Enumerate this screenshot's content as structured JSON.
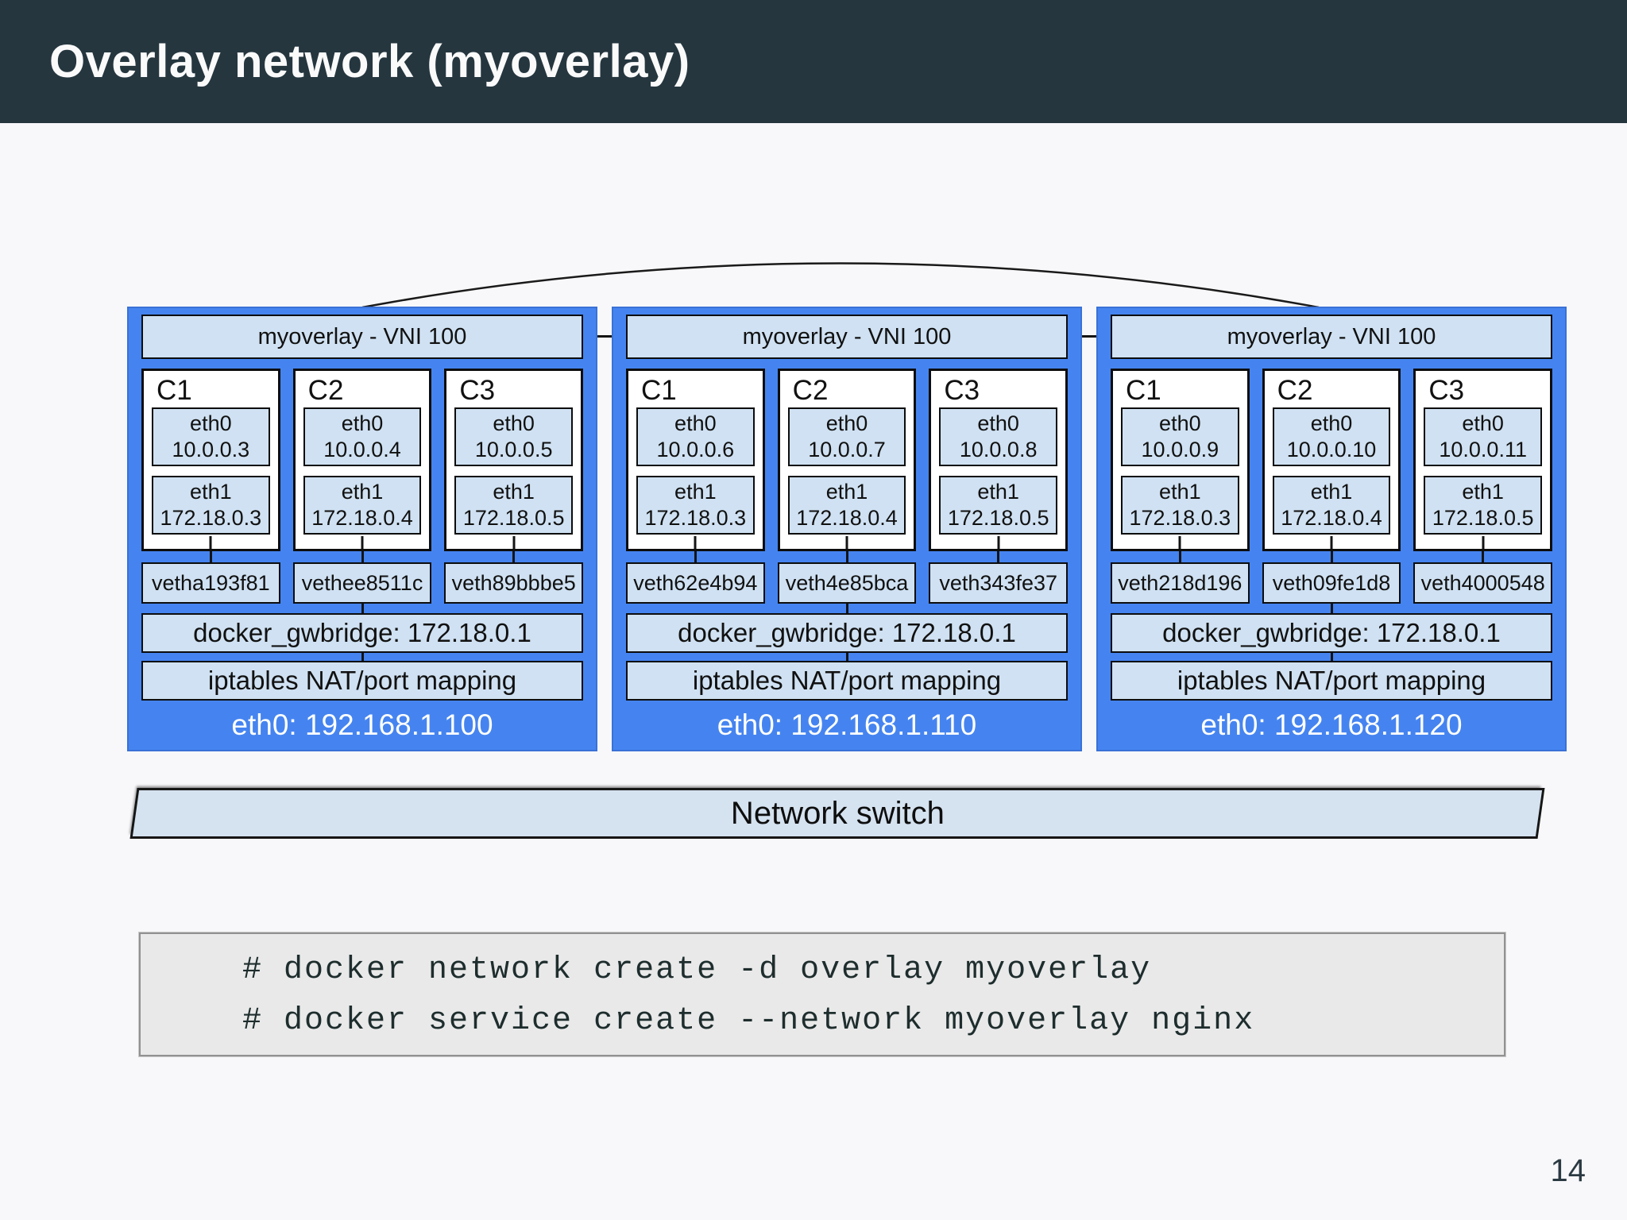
{
  "slide": {
    "title": "Overlay network (myoverlay)",
    "page_number": "14"
  },
  "hosts": [
    {
      "vni_label": "myoverlay - VNI 100",
      "containers": [
        {
          "name": "C1",
          "eth0_name": "eth0",
          "eth0_ip": "10.0.0.3",
          "eth1_name": "eth1",
          "eth1_ip": "172.18.0.3",
          "veth": "vetha193f81"
        },
        {
          "name": "C2",
          "eth0_name": "eth0",
          "eth0_ip": "10.0.0.4",
          "eth1_name": "eth1",
          "eth1_ip": "172.18.0.4",
          "veth": "vethee8511c"
        },
        {
          "name": "C3",
          "eth0_name": "eth0",
          "eth0_ip": "10.0.0.5",
          "eth1_name": "eth1",
          "eth1_ip": "172.18.0.5",
          "veth": "veth89bbbe5"
        }
      ],
      "gwbridge_label": "docker_gwbridge: 172.18.0.1",
      "iptables_label": "iptables NAT/port mapping",
      "host_eth_label": "eth0: 192.168.1.100"
    },
    {
      "vni_label": "myoverlay - VNI 100",
      "containers": [
        {
          "name": "C1",
          "eth0_name": "eth0",
          "eth0_ip": "10.0.0.6",
          "eth1_name": "eth1",
          "eth1_ip": "172.18.0.3",
          "veth": "veth62e4b94"
        },
        {
          "name": "C2",
          "eth0_name": "eth0",
          "eth0_ip": "10.0.0.7",
          "eth1_name": "eth1",
          "eth1_ip": "172.18.0.4",
          "veth": "veth4e85bca"
        },
        {
          "name": "C3",
          "eth0_name": "eth0",
          "eth0_ip": "10.0.0.8",
          "eth1_name": "eth1",
          "eth1_ip": "172.18.0.5",
          "veth": "veth343fe37"
        }
      ],
      "gwbridge_label": "docker_gwbridge: 172.18.0.1",
      "iptables_label": "iptables NAT/port mapping",
      "host_eth_label": "eth0: 192.168.1.110"
    },
    {
      "vni_label": "myoverlay - VNI 100",
      "containers": [
        {
          "name": "C1",
          "eth0_name": "eth0",
          "eth0_ip": "10.0.0.9",
          "eth1_name": "eth1",
          "eth1_ip": "172.18.0.3",
          "veth": "veth218d196"
        },
        {
          "name": "C2",
          "eth0_name": "eth0",
          "eth0_ip": "10.0.0.10",
          "eth1_name": "eth1",
          "eth1_ip": "172.18.0.4",
          "veth": "veth09fe1d8"
        },
        {
          "name": "C3",
          "eth0_name": "eth0",
          "eth0_ip": "10.0.0.11",
          "eth1_name": "eth1",
          "eth1_ip": "172.18.0.5",
          "veth": "veth4000548"
        }
      ],
      "gwbridge_label": "docker_gwbridge: 172.18.0.1",
      "iptables_label": "iptables NAT/port mapping",
      "host_eth_label": "eth0: 192.168.1.120"
    }
  ],
  "switch_label": "Network switch",
  "code_block": {
    "lines": [
      "# docker network create -d overlay myoverlay",
      "# docker service create --network myoverlay nginx"
    ]
  },
  "colors": {
    "titlebar": "#25363f",
    "host_blue": "#4584f0",
    "panel_blue": "#cfe1f2",
    "background": "#f8f8fa",
    "code_bg": "#e9e9e9"
  }
}
